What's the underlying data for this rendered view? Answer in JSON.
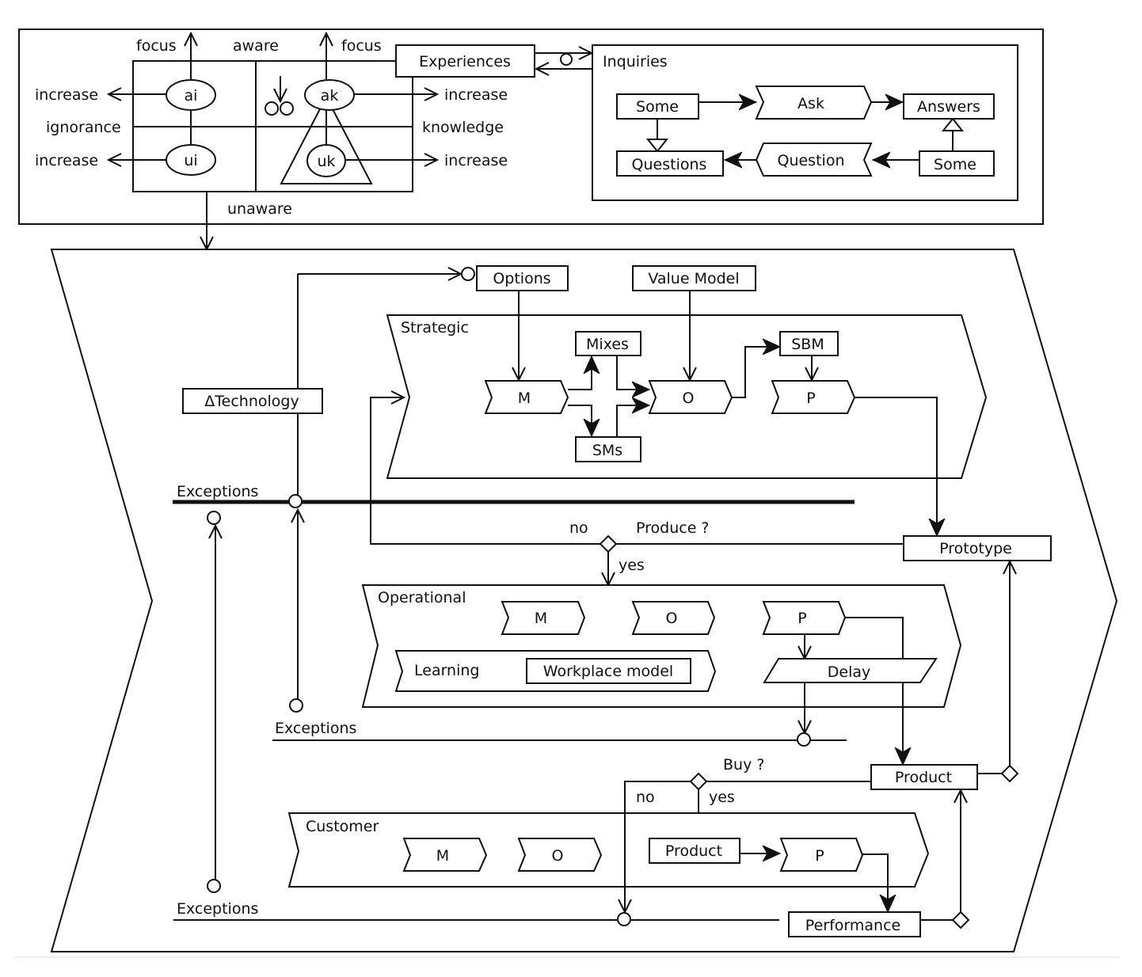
{
  "diagram": {
    "knowledge_matrix": {
      "labels": {
        "focus_left": "focus",
        "aware": "aware",
        "focus_right": "focus",
        "increase_ai": "increase",
        "ignorance": "ignorance",
        "increase_ui": "increase",
        "increase_ak": "increase",
        "knowledge": "knowledge",
        "increase_uk": "increase",
        "unaware": "unaware"
      },
      "nodes": {
        "ai": "ai",
        "ak": "ak",
        "ui": "ui",
        "uk": "uk"
      },
      "experiences": "Experiences"
    },
    "inquiries": {
      "title": "Inquiries",
      "some_top": "Some",
      "ask": "Ask",
      "answers": "Answers",
      "questions": "Questions",
      "question": "Question",
      "some_bottom": "Some"
    },
    "main": {
      "options": "Options",
      "value_model": "Value Model",
      "technology": "ΔTechnology",
      "strategic": {
        "title": "Strategic",
        "m": "M",
        "mixes": "Mixes",
        "sms": "SMs",
        "o": "O",
        "sbm": "SBM",
        "p": "P"
      },
      "exceptions_top": "Exceptions",
      "produce_question": "Produce ?",
      "produce_no": "no",
      "produce_yes": "yes",
      "prototype": "Prototype",
      "operational": {
        "title": "Operational",
        "m": "M",
        "o": "O",
        "p": "P",
        "learning": "Learning",
        "workplace_model": "Workplace model",
        "delay": "Delay"
      },
      "exceptions_mid": "Exceptions",
      "buy_question": "Buy ?",
      "buy_no": "no",
      "buy_yes": "yes",
      "product": "Product",
      "customer": {
        "title": "Customer",
        "m": "M",
        "o": "O",
        "product": "Product",
        "p": "P"
      },
      "exceptions_bottom": "Exceptions",
      "performance": "Performance"
    }
  }
}
